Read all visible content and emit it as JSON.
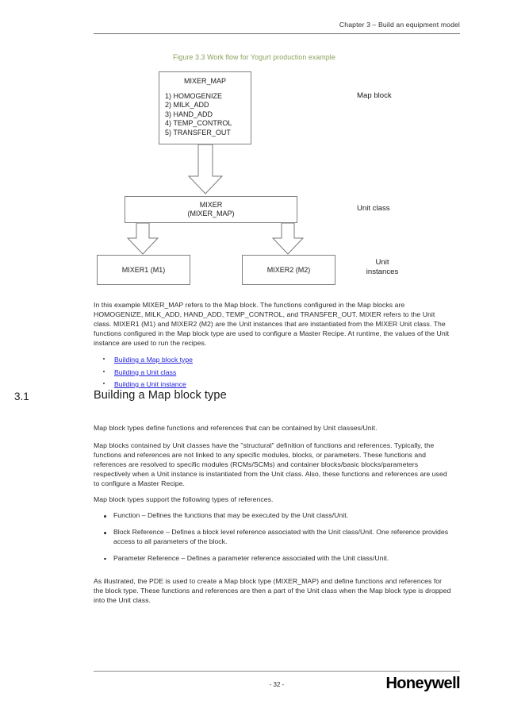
{
  "header": {
    "chapter": "Chapter 3 – Build an equipment model"
  },
  "figure": {
    "caption": "Figure 3.3 Work flow for Yogurt production example",
    "caption_color": "#8aa05a",
    "map_block": {
      "title": "MIXER_MAP",
      "functions": [
        "1) HOMOGENIZE",
        "2) MILK_ADD",
        "3) HAND_ADD",
        "4) TEMP_CONTROL",
        "5) TRANSFER_OUT"
      ]
    },
    "unit_class": {
      "line1": "MIXER",
      "line2": "(MIXER_MAP)"
    },
    "instances": [
      {
        "label": "MIXER1 (M1)"
      },
      {
        "label": "MIXER2 (M2)"
      }
    ],
    "side_labels": {
      "map_block": "Map block",
      "unit_class": "Unit class",
      "unit_instances_line1": "Unit",
      "unit_instances_line2": "instances"
    }
  },
  "body": {
    "example_paragraph": "In this example MIXER_MAP refers to the Map block. The functions configured in the Map blocks are HOMOGENIZE, MILK_ADD, HAND_ADD, TEMP_CONTROL, and TRANSFER_OUT. MIXER refers to the Unit class. MIXER1 (M1) and MIXER2 (M2) are the Unit instances that are instantiated from the MIXER Unit class. The functions configured in the Map block type are used to configure a Master Recipe. At runtime, the values of the Unit instance are used to run the recipes.",
    "links": [
      "Building a Map block type",
      "Building a Unit class",
      "Building a Unit instance"
    ],
    "link_color": "#2222dd"
  },
  "section": {
    "number": "3.1",
    "title": "Building a Map block type",
    "intro_paragraph": "Map block types define functions and references that can be contained by Unit classes/Unit.",
    "structural_paragraph": "Map blocks contained by Unit classes have the \"structural\" definition of functions and references. Typically, the functions and references are not linked to any specific modules, blocks, or parameters. These functions and references are resolved to specific modules (RCMs/SCMs) and container blocks/basic blocks/parameters respectively when a Unit instance is instantiated from the Unit class. Also, these functions and references are used to configure a Master Recipe.",
    "support_paragraph": "Map block types support the following types of references.",
    "references": [
      "Function – Defines the functions that may be executed by the Unit class/Unit.",
      "Block Reference – Defines a block level reference associated with the Unit class/Unit. One reference provides access to all parameters of the block.",
      "Parameter Reference – Defines a parameter reference associated with the Unit class/Unit."
    ],
    "final_paragraph": "As illustrated, the PDE is used to create a Map block type (MIXER_MAP) and define functions and references for the block type. These functions and references are then a part of the Unit class when the Map block type is dropped into the Unit class."
  },
  "footer": {
    "page_number": "- 32 -",
    "brand": "Honeywell"
  }
}
